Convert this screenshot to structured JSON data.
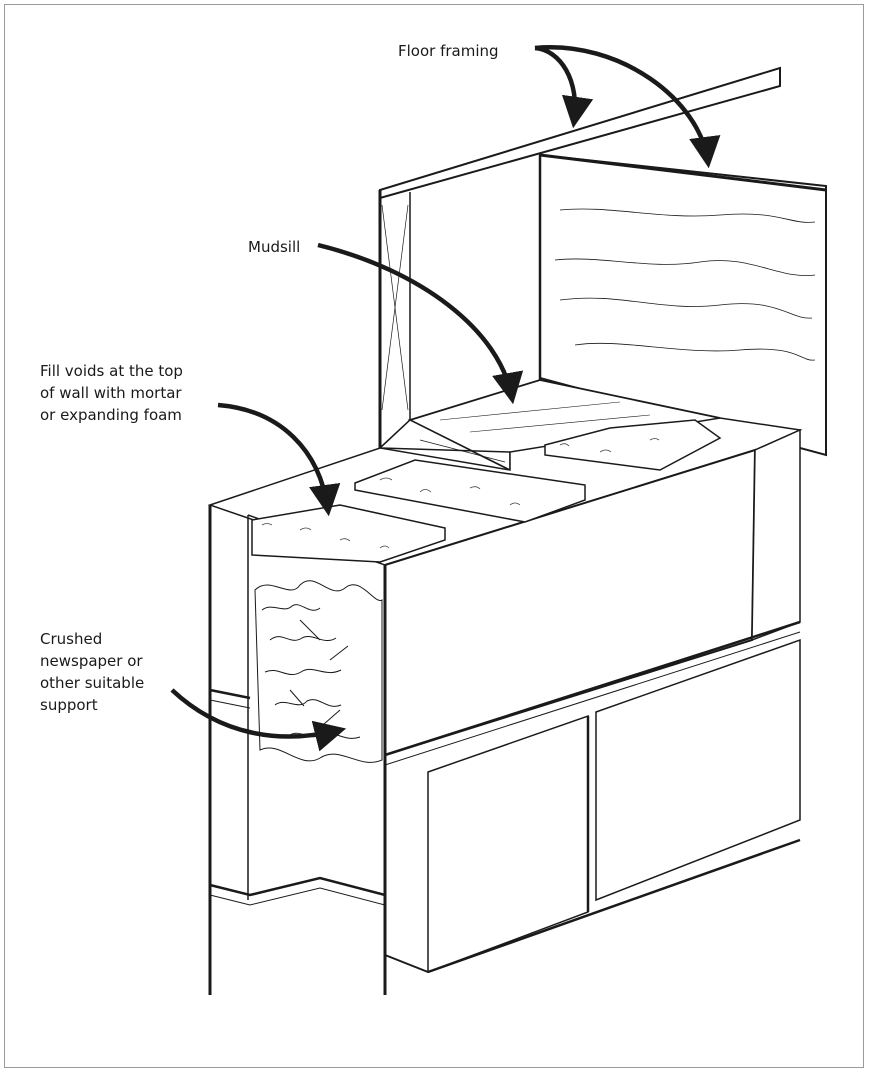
{
  "callouts": {
    "floor_framing": "Floor framing",
    "mudsill": "Mudsill",
    "fill_voids": "Fill voids at the top\nof wall with mortar\nor expanding foam",
    "crushed_paper": "Crushed\nnewspaper or\nother suitable\nsupport"
  },
  "colors": {
    "line": "#1a1a1a",
    "frame": "#9a9a9a",
    "fill_texture": "#444444"
  }
}
